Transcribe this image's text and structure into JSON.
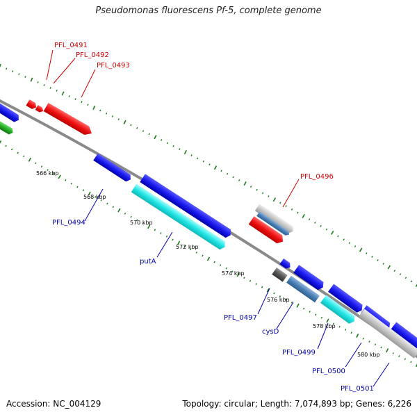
{
  "title": "Pseudomonas fluorescens Pf-5, complete genome",
  "footer": {
    "accession": "Accession: NC_004129",
    "summary": "Topology: circular; Length: 7,074,893 bp; Genes: 6,226"
  },
  "colors": {
    "backbone": "#8a8a8a",
    "tick": "#1a7a1a",
    "label_red": "#cc0000",
    "label_blue": "#0000aa",
    "gene_red": "#ee1111",
    "gene_blue": "#1a1aee",
    "gene_cyan": "#22e5e5",
    "gene_green": "#22aa22",
    "gene_steel": "#4a7fb5",
    "gene_silver": "#c4c4c4",
    "gene_darkgray": "#555555"
  },
  "scale_labels": [
    "566 kbp",
    "568 kbp",
    "570 kbp",
    "572 kbp",
    "574 kbp",
    "576 kbp",
    "578 kbp",
    "580 kbp"
  ],
  "gene_labels": {
    "PFL_0491": "PFL_0491",
    "PFL_0492": "PFL_0492",
    "PFL_0493": "PFL_0493",
    "PFL_0494": "PFL_0494",
    "putA": "putA",
    "PFL_0496": "PFL_0496",
    "PFL_0497": "PFL_0497",
    "cysD": "cysD",
    "PFL_0499": "PFL_0499",
    "PFL_0500": "PFL_0500",
    "PFL_0501": "PFL_0501"
  }
}
